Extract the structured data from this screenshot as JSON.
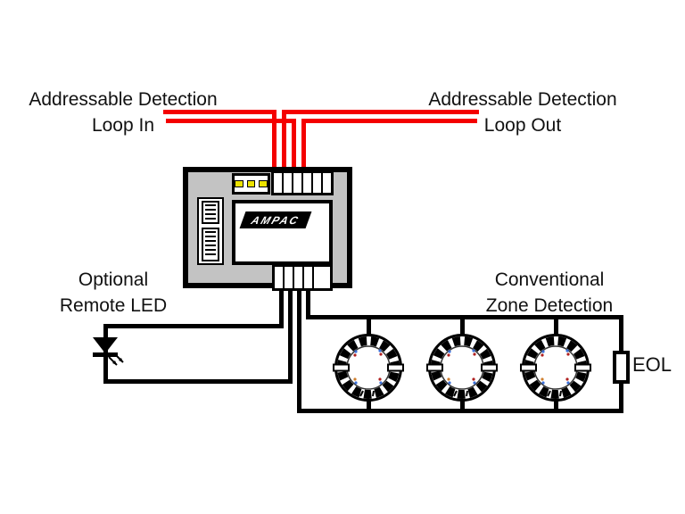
{
  "diagram": {
    "labels": {
      "loop_in": {
        "line1": "Addressable Detection",
        "line2": "Loop In"
      },
      "loop_out": {
        "line1": "Addressable Detection",
        "line2": "Loop Out"
      },
      "remote_led": {
        "line1": "Optional",
        "line2": "Remote LED"
      },
      "zone": {
        "line1": "Conventional",
        "line2": "Zone Detection"
      },
      "eol": "EOL"
    },
    "module": {
      "brand": "AMPAC",
      "indicator_led_count": 3,
      "top_terminal_cells": 6,
      "bottom_terminal_cells": 4
    },
    "detectors": {
      "count": 3
    },
    "colors": {
      "loop_wire": "#f40000",
      "zone_wire": "#000000",
      "module_fill": "#c3c3c3",
      "indicator_led": "#ece200",
      "background": "#ffffff"
    }
  }
}
